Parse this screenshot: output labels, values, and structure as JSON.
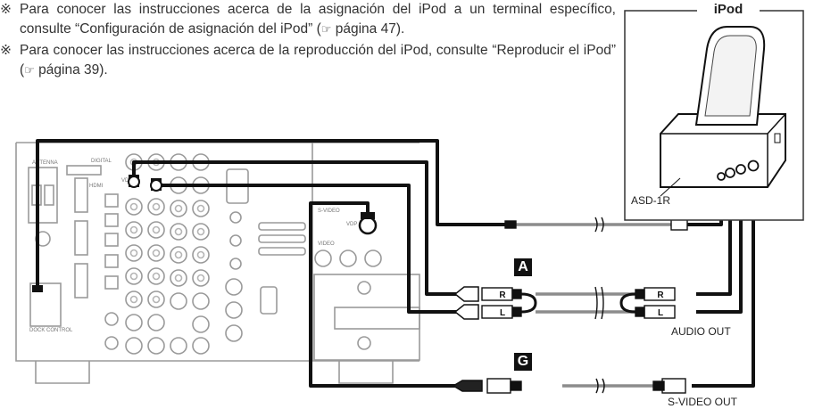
{
  "notes": [
    {
      "mark": "※",
      "pre": "Para conocer las instrucciones acerca de la asignación del iPod a un terminal específico, consulte “Configuración de asignación del iPod” (",
      "page": "página 47",
      "post": ")."
    },
    {
      "mark": "※",
      "pre": "Para conocer las instrucciones acerca de la reproducción del iPod, consulte “Reproducir el iPod” (",
      "page": "página 39",
      "post": ")."
    }
  ],
  "ipod_box": {
    "title": "iPod",
    "dock_label": "ASD-1R"
  },
  "labels": {
    "audio_out": "AUDIO OUT",
    "svideo_out": "S-VIDEO OUT",
    "label_a": "A",
    "label_g": "G",
    "dock_control": "DOCK CONTROL",
    "vdp": "VDP",
    "plug_r": "R",
    "plug_l": "L"
  },
  "colors": {
    "cable": "#111111",
    "panel_stroke": "#9a9a9a",
    "grey_cable": "#8c8c8c"
  }
}
